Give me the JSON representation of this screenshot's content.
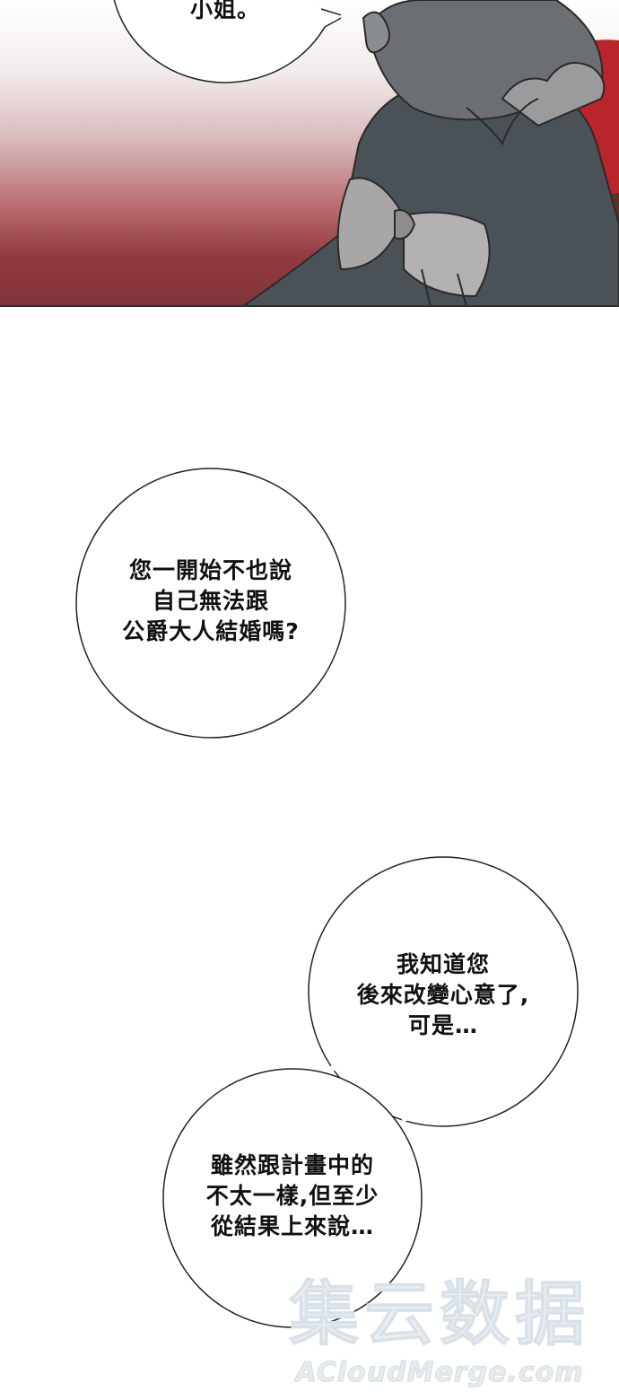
{
  "panel_top": {
    "bubble_text": "小姐。"
  },
  "bubble_1": {
    "lines": [
      "您一開始不也說",
      "自己無法跟",
      "公爵大人結婚嗎?"
    ]
  },
  "bubble_2": {
    "lines": [
      "我知道您",
      "後來改變心意了,",
      "可是…"
    ]
  },
  "bubble_3": {
    "lines": [
      "雖然跟計畫中的",
      "不太一樣,但至少",
      "從結果上來說…"
    ]
  },
  "watermark": {
    "chinese": "集云数据",
    "english": "ACloudMerge.com"
  },
  "colors": {
    "crimson": "#8e2f36",
    "dress_dark": "#4a5258",
    "dress_light": "#8a8d90"
  }
}
